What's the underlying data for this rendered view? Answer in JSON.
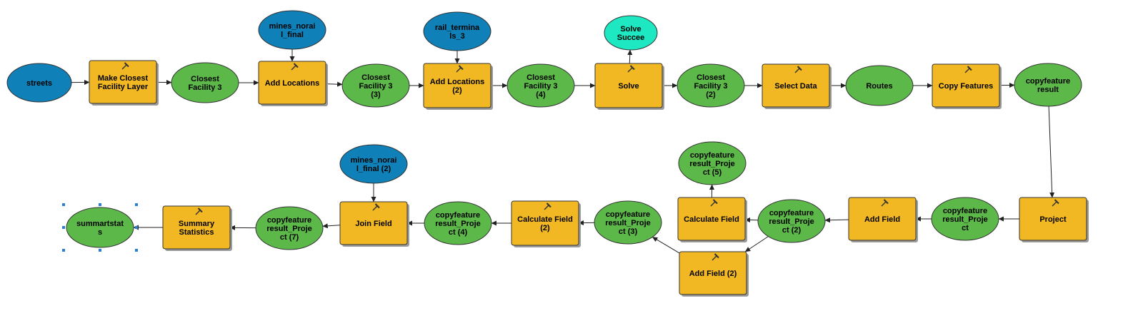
{
  "colors": {
    "data_blue": "#1080b8",
    "derived_green": "#5db84a",
    "tool_orange": "#f2b824",
    "result_cyan": "#1de8c2",
    "outline": "#333333",
    "connector": "#222222",
    "selection": "#2a7fd4"
  },
  "diagram": {
    "nodes": [
      {
        "id": "streets",
        "kind": "data",
        "lines": [
          "streets"
        ]
      },
      {
        "id": "make_cf",
        "kind": "tool",
        "lines": [
          "Make Closest",
          "Facility Layer"
        ]
      },
      {
        "id": "cf3",
        "kind": "derived",
        "lines": [
          "Closest",
          "Facility 3"
        ]
      },
      {
        "id": "mines",
        "kind": "data",
        "lines": [
          "mines_norai",
          "l_final"
        ]
      },
      {
        "id": "addloc1",
        "kind": "tool",
        "lines": [
          "Add Locations"
        ]
      },
      {
        "id": "cf3_3",
        "kind": "derived",
        "lines": [
          "Closest",
          "Facility 3",
          "(3)"
        ]
      },
      {
        "id": "rail",
        "kind": "data",
        "lines": [
          "rail_termina",
          "ls_3"
        ]
      },
      {
        "id": "addloc2",
        "kind": "tool",
        "lines": [
          "Add Locations",
          "(2)"
        ]
      },
      {
        "id": "cf3_4",
        "kind": "derived",
        "lines": [
          "Closest",
          "Facility 3",
          "(4)"
        ]
      },
      {
        "id": "solve_succ",
        "kind": "result",
        "lines": [
          "Solve",
          "Succee"
        ]
      },
      {
        "id": "solve",
        "kind": "tool",
        "lines": [
          "Solve"
        ]
      },
      {
        "id": "cf3_2",
        "kind": "derived",
        "lines": [
          "Closest",
          "Facility 3",
          "(2)"
        ]
      },
      {
        "id": "select",
        "kind": "tool",
        "lines": [
          "Select Data"
        ]
      },
      {
        "id": "routes",
        "kind": "derived",
        "lines": [
          "Routes"
        ]
      },
      {
        "id": "copyfeat",
        "kind": "tool",
        "lines": [
          "Copy Features"
        ]
      },
      {
        "id": "cfresult",
        "kind": "derived",
        "lines": [
          "copyfeature",
          "result"
        ]
      },
      {
        "id": "project",
        "kind": "tool",
        "lines": [
          "Project"
        ]
      },
      {
        "id": "cfr_proj",
        "kind": "derived",
        "lines": [
          "copyfeature",
          "result_Proje",
          "ct"
        ]
      },
      {
        "id": "addfield",
        "kind": "tool",
        "lines": [
          "Add Field"
        ]
      },
      {
        "id": "cfr_proj2",
        "kind": "derived",
        "lines": [
          "copyfeature",
          "result_Proje",
          "ct (2)"
        ]
      },
      {
        "id": "calcfield",
        "kind": "tool",
        "lines": [
          "Calculate Field"
        ]
      },
      {
        "id": "cfr_proj5",
        "kind": "derived",
        "lines": [
          "copyfeature",
          "result_Proje",
          "ct (5)"
        ]
      },
      {
        "id": "addfield2",
        "kind": "tool",
        "lines": [
          "Add Field (2)"
        ]
      },
      {
        "id": "cfr_proj3",
        "kind": "derived",
        "lines": [
          "copyfeature",
          "result_Proje",
          "ct (3)"
        ]
      },
      {
        "id": "calcfield2",
        "kind": "tool",
        "lines": [
          "Calculate Field",
          "(2)"
        ]
      },
      {
        "id": "cfr_proj4",
        "kind": "derived",
        "lines": [
          "copyfeature",
          "result_Proje",
          "ct (4)"
        ]
      },
      {
        "id": "joinfield",
        "kind": "tool",
        "lines": [
          "Join Field"
        ]
      },
      {
        "id": "mines2",
        "kind": "data",
        "lines": [
          "mines_norai",
          "l_final (2)"
        ]
      },
      {
        "id": "cfr_proj7",
        "kind": "derived",
        "lines": [
          "copyfeature",
          "result_Proje",
          "ct (7)"
        ]
      },
      {
        "id": "sumstats",
        "kind": "tool",
        "lines": [
          "Summary",
          "Statistics"
        ]
      },
      {
        "id": "summartstats",
        "kind": "derived",
        "lines": [
          "summartstat",
          "s"
        ]
      }
    ],
    "edges": [
      {
        "from": "streets",
        "to": "make_cf"
      },
      {
        "from": "make_cf",
        "to": "cf3"
      },
      {
        "from": "cf3",
        "to": "addloc1"
      },
      {
        "from": "mines",
        "to": "addloc1"
      },
      {
        "from": "addloc1",
        "to": "cf3_3"
      },
      {
        "from": "cf3_3",
        "to": "addloc2"
      },
      {
        "from": "rail",
        "to": "addloc2"
      },
      {
        "from": "addloc2",
        "to": "cf3_4"
      },
      {
        "from": "cf3_4",
        "to": "solve"
      },
      {
        "from": "solve",
        "to": "solve_succ"
      },
      {
        "from": "solve",
        "to": "cf3_2"
      },
      {
        "from": "cf3_2",
        "to": "select"
      },
      {
        "from": "select",
        "to": "routes"
      },
      {
        "from": "routes",
        "to": "copyfeat"
      },
      {
        "from": "copyfeat",
        "to": "cfresult"
      },
      {
        "from": "cfresult",
        "to": "project"
      },
      {
        "from": "project",
        "to": "cfr_proj"
      },
      {
        "from": "cfr_proj",
        "to": "addfield"
      },
      {
        "from": "addfield",
        "to": "cfr_proj2"
      },
      {
        "from": "cfr_proj2",
        "to": "calcfield"
      },
      {
        "from": "calcfield",
        "to": "cfr_proj5"
      },
      {
        "from": "cfr_proj2",
        "to": "addfield2"
      },
      {
        "from": "addfield2",
        "to": "cfr_proj3"
      },
      {
        "from": "cfr_proj3",
        "to": "calcfield2"
      },
      {
        "from": "calcfield2",
        "to": "cfr_proj4"
      },
      {
        "from": "cfr_proj4",
        "to": "joinfield"
      },
      {
        "from": "mines2",
        "to": "joinfield"
      },
      {
        "from": "joinfield",
        "to": "cfr_proj7"
      },
      {
        "from": "cfr_proj7",
        "to": "sumstats"
      },
      {
        "from": "sumstats",
        "to": "summartstats"
      }
    ],
    "selected": "summartstats"
  }
}
